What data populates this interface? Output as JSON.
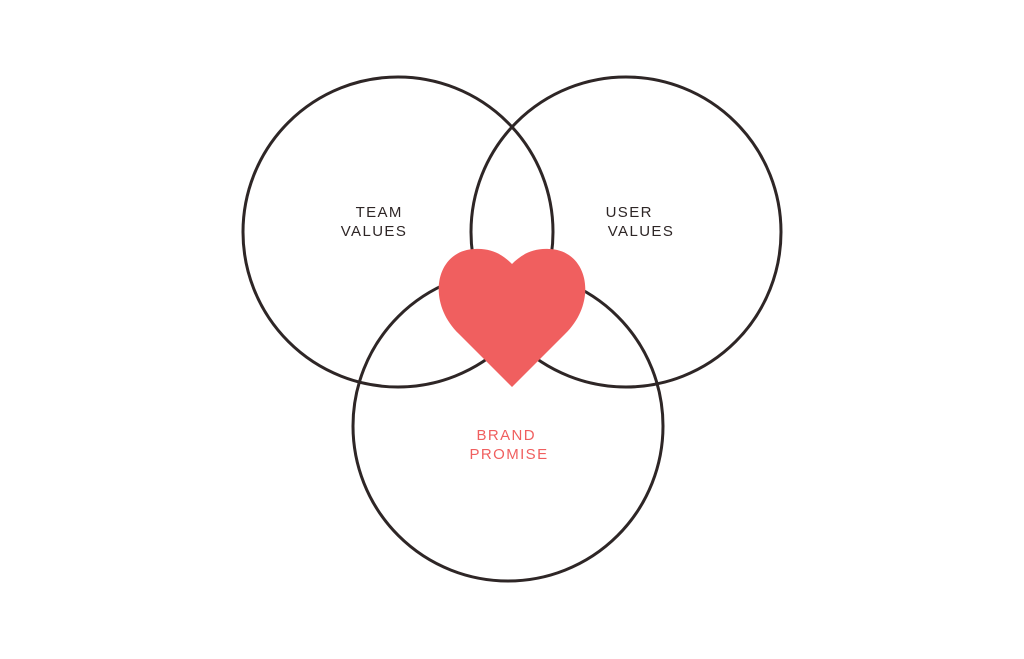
{
  "diagram": {
    "colors": {
      "outline": "#2e2626",
      "text": "#2e2626",
      "accent": "#f05f5f",
      "background": "#ffffff"
    },
    "circles": [
      {
        "id": "team",
        "lines": [
          "TEAM",
          "VALUES"
        ]
      },
      {
        "id": "user",
        "lines": [
          "USER",
          "VALUES"
        ]
      },
      {
        "id": "brand",
        "lines": [
          "BRAND",
          "PROMISE"
        ]
      }
    ],
    "center_icon": "heart-icon"
  }
}
